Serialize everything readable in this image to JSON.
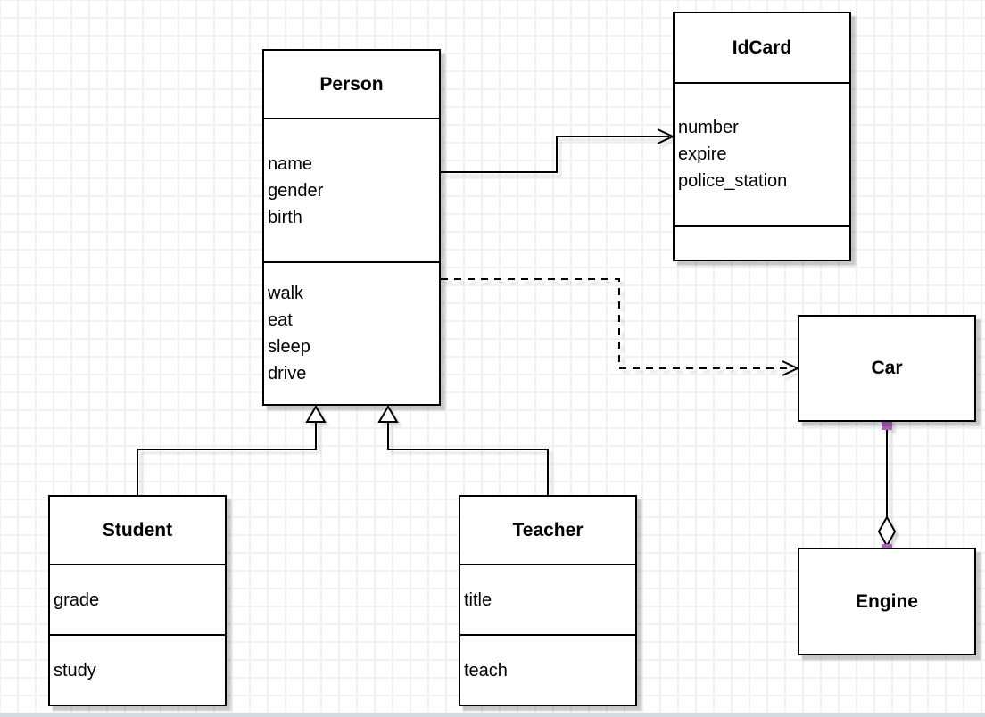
{
  "canvas": {
    "background": "#ffffff",
    "grid_color": "#eff1f3",
    "stroke_color": "#000000",
    "endpoint_color": "#ae62b8"
  },
  "classes": {
    "person": {
      "name": "Person",
      "attributes": [
        "name",
        "gender",
        "birth"
      ],
      "methods": [
        "walk",
        "eat",
        "sleep",
        "drive"
      ]
    },
    "idcard": {
      "name": "IdCard",
      "attributes": [
        "number",
        "expire",
        "police_station"
      ],
      "methods": []
    },
    "student": {
      "name": "Student",
      "attributes": [
        "grade"
      ],
      "methods": [
        "study"
      ]
    },
    "teacher": {
      "name": "Teacher",
      "attributes": [
        "title"
      ],
      "methods": [
        "teach"
      ]
    },
    "car": {
      "name": "Car",
      "attributes": [],
      "methods": []
    },
    "engine": {
      "name": "Engine",
      "attributes": [],
      "methods": []
    }
  },
  "relationships": [
    {
      "type": "association",
      "from": "Person",
      "to": "IdCard",
      "style": "solid, open arrow at IdCard"
    },
    {
      "type": "dependency",
      "from": "Person",
      "to": "Car",
      "style": "dashed, open arrow at Car"
    },
    {
      "type": "generalization",
      "from": "Student",
      "to": "Person",
      "style": "solid, hollow triangle at Person"
    },
    {
      "type": "generalization",
      "from": "Teacher",
      "to": "Person",
      "style": "solid, hollow triangle at Person"
    },
    {
      "type": "aggregation",
      "from": "Car",
      "to": "Engine",
      "style": "solid, hollow diamond at Engine, fixed endpoints highlighted"
    }
  ]
}
